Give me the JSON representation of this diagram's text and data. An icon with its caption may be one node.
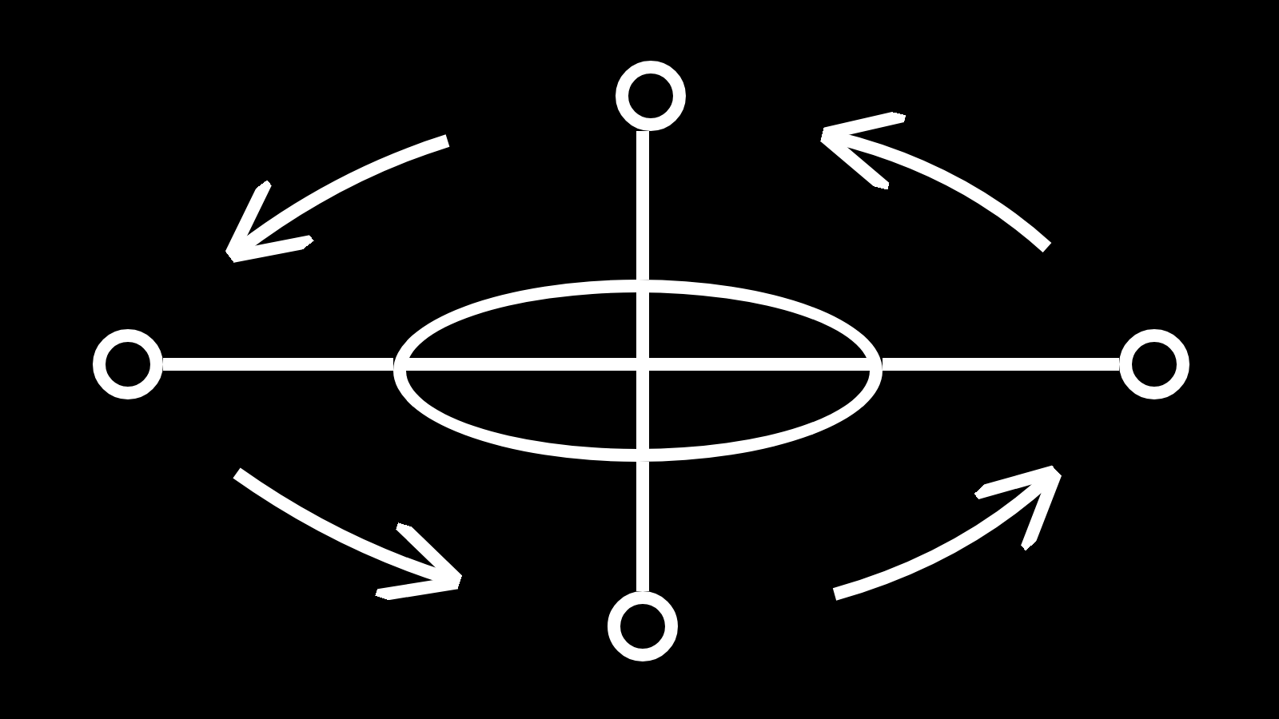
{
  "diagram": {
    "nodes": [
      {
        "text": [],
        "shape": "circle"
      },
      {
        "text": [],
        "shape": "circle"
      },
      {
        "text": [],
        "shape": "ellipse"
      },
      {
        "text": [],
        "shape": "circle"
      },
      {
        "text": [],
        "shape": "circle"
      }
    ],
    "edges": [
      {
        "from": 1,
        "to": 2,
        "arrow": "none"
      },
      {
        "from": 2,
        "to": 3,
        "arrow": "none"
      },
      {
        "from": 0,
        "to": 2,
        "arrow": "none"
      },
      {
        "from": 2,
        "to": 4,
        "arrow": "none"
      }
    ]
  }
}
